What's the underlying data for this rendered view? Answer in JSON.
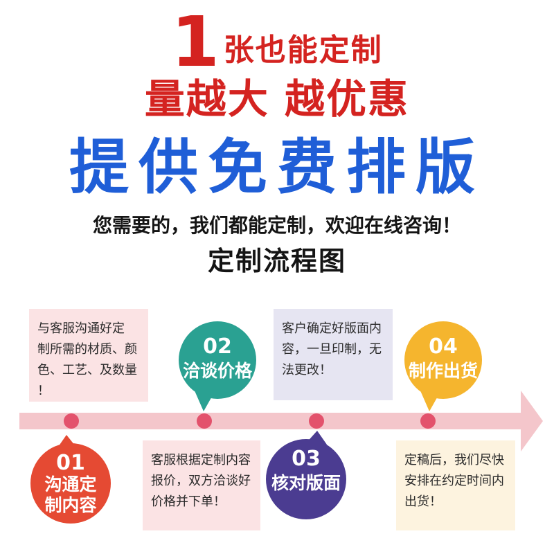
{
  "headline": {
    "big_number": "1",
    "line1_rest": "张也能定制",
    "line2": "量越大 越优惠",
    "line3": "提供免费排版",
    "tagline": "您需要的，我们都能定制，欢迎在线咨询！",
    "process_title": "定制流程图"
  },
  "colors": {
    "red": "#d42320",
    "blue": "#1f5ed7",
    "timeline": "#f4c6cb",
    "dot": "#e3526c"
  },
  "steps": [
    {
      "number": "01",
      "label_line1": "沟通定",
      "label_line2": "制内容",
      "color": "#e54a33",
      "card_lines": [
        "与客服沟通好定",
        "制所需的材质、颜",
        "色、工艺、及数量",
        "！"
      ]
    },
    {
      "number": "02",
      "label_line1": "洽谈价格",
      "color": "#2aa192",
      "card_lines": [
        "客服根据定制内容",
        "报价，双方洽谈好",
        "价格并下单！"
      ]
    },
    {
      "number": "03",
      "label_line1": "核对版面",
      "color": "#4b3c91",
      "card_lines": [
        "客户确定好版面内",
        "容，一旦印制，无",
        "法更改！"
      ]
    },
    {
      "number": "04",
      "label_line1": "制作出货",
      "color": "#f5b52e",
      "card_lines": [
        "定稿后，我们尽快",
        "安排在约定时间内",
        "出货！"
      ]
    }
  ]
}
